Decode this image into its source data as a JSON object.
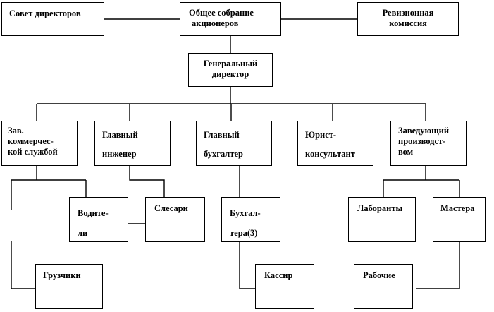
{
  "org_chart": {
    "top": {
      "board": [
        "Совет директоров"
      ],
      "shareholders_meeting": [
        "Общее собрание",
        "акционеров"
      ],
      "audit_commission": [
        "Ревизионная",
        "комиссия"
      ]
    },
    "general_director": [
      "Генеральный",
      "директор"
    ],
    "departments": {
      "commercial_head": [
        "Зав.",
        "коммерчес-",
        "кой службой"
      ],
      "chief_engineer": [
        "Главный",
        "инженер"
      ],
      "chief_accountant": [
        "Главный",
        "бухгалтер"
      ],
      "lawyer": [
        "Юрист-",
        "консультант"
      ],
      "production_head": [
        "Заведующий",
        "производст-",
        "вом"
      ]
    },
    "staff": {
      "drivers": [
        "Водите-",
        "ли"
      ],
      "fitters": [
        "Слесари"
      ],
      "accountants": [
        "Бухгал-",
        "тера(3)"
      ],
      "lab_assistants": [
        "Лаборанты"
      ],
      "masters": [
        "Мастера"
      ],
      "loaders": [
        "Грузчики"
      ],
      "cashier": [
        "Кассир"
      ],
      "workers": [
        "Рабочие"
      ]
    }
  }
}
